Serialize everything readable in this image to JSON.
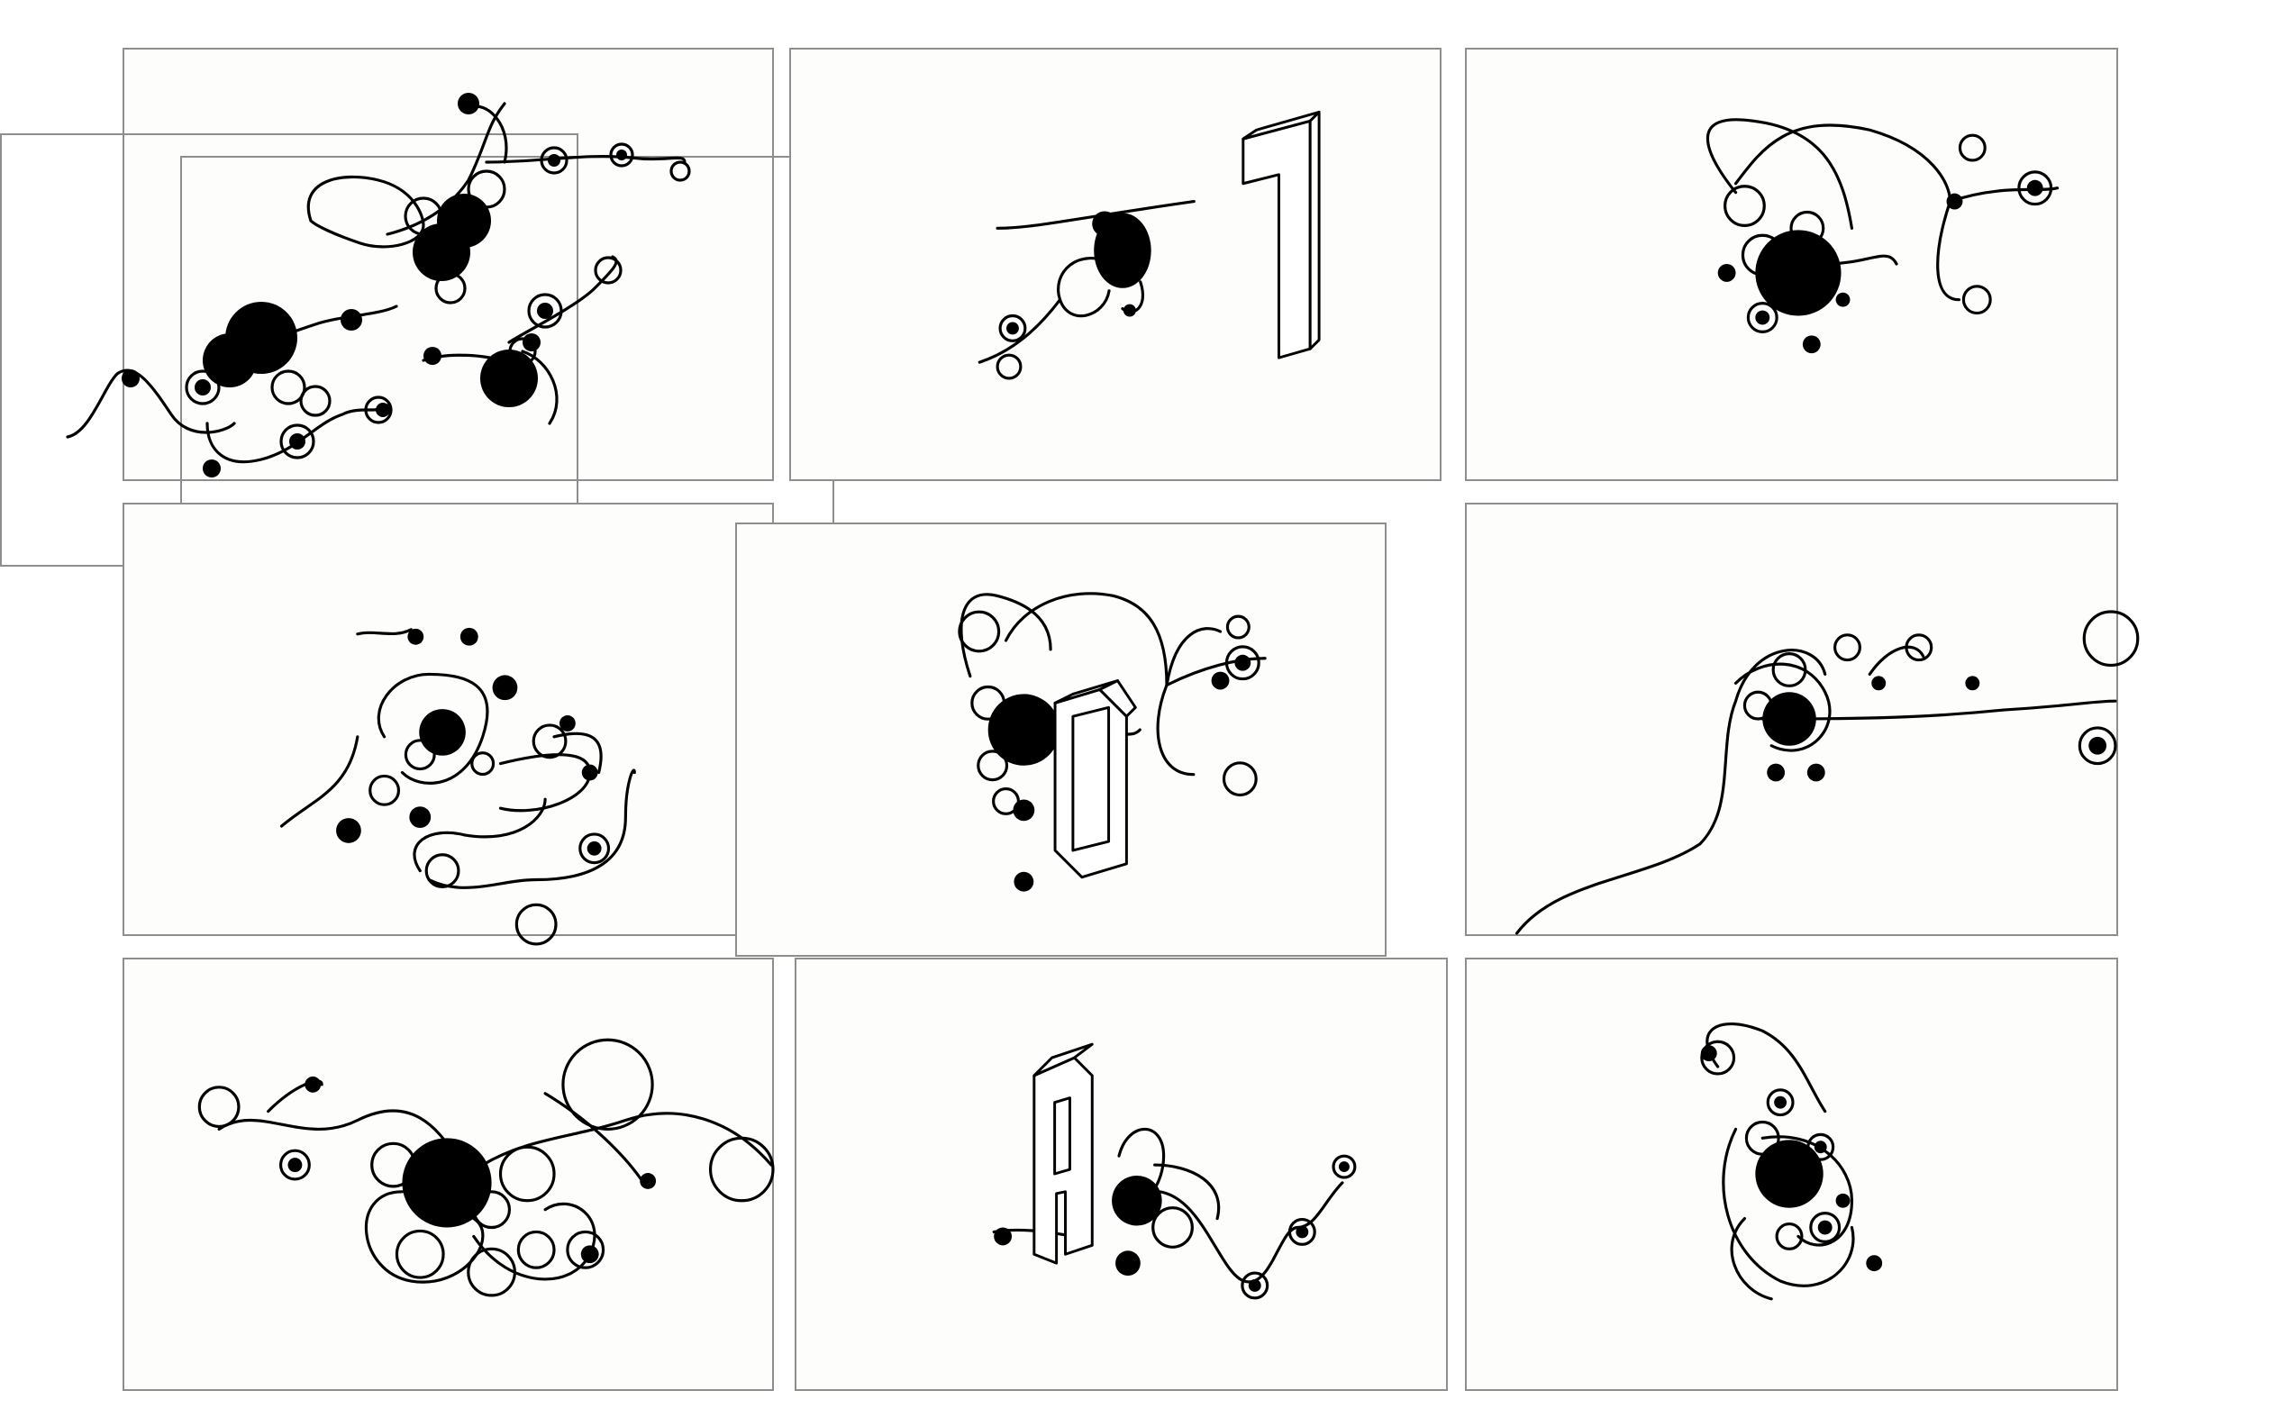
{
  "board": {
    "background": "#ffffff",
    "frame_border": "#8e8e8e",
    "frame_fill": "#fdfdfb",
    "ink": "#000000"
  },
  "frames": [
    {
      "id": "f1",
      "glyph": ""
    },
    {
      "id": "f2",
      "glyph": "1"
    },
    {
      "id": "f3",
      "glyph": ""
    },
    {
      "id": "f4",
      "glyph": ""
    },
    {
      "id": "f5",
      "glyph": "0"
    },
    {
      "id": "f6",
      "glyph": ""
    },
    {
      "id": "f7",
      "glyph": ""
    },
    {
      "id": "f8",
      "glyph": "A"
    },
    {
      "id": "f9",
      "glyph": ""
    }
  ]
}
